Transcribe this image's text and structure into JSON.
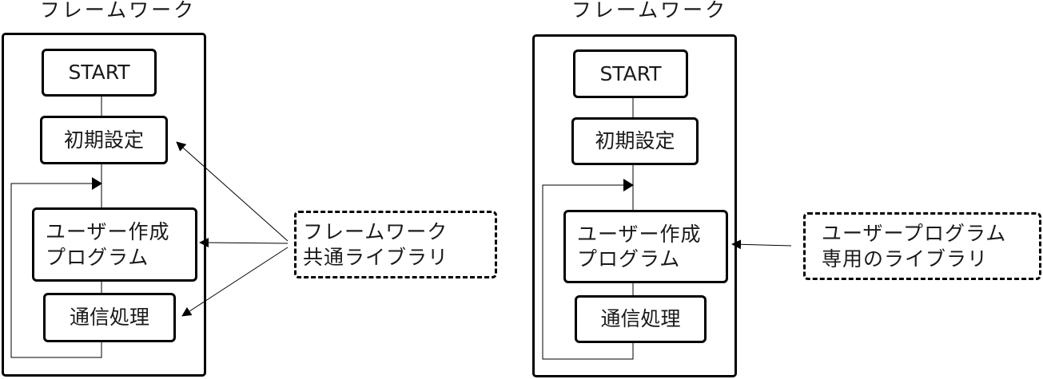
{
  "diagrams": [
    {
      "title": "フレームワーク",
      "steps": [
        {
          "id": "start",
          "label": "START"
        },
        {
          "id": "init",
          "label": "初期設定"
        },
        {
          "id": "user",
          "lines": [
            "ユーザー作成",
            "プログラム"
          ]
        },
        {
          "id": "comm",
          "label": "通信処理"
        }
      ],
      "library": {
        "lines": [
          "フレームワーク",
          "共通ライブラリ"
        ],
        "targets": [
          "init",
          "user",
          "comm"
        ]
      }
    },
    {
      "title": "フレームワーク",
      "steps": [
        {
          "id": "start",
          "label": "START"
        },
        {
          "id": "init",
          "label": "初期設定"
        },
        {
          "id": "user",
          "lines": [
            "ユーザー作成",
            "プログラム"
          ]
        },
        {
          "id": "comm",
          "label": "通信処理"
        }
      ],
      "library": {
        "lines": [
          "ユーザープログラム",
          "専用のライブラリ"
        ],
        "targets": [
          "user"
        ]
      }
    }
  ],
  "colors": {
    "stroke": "#000000",
    "text": "#1a1a1a",
    "background": "#ffffff"
  }
}
